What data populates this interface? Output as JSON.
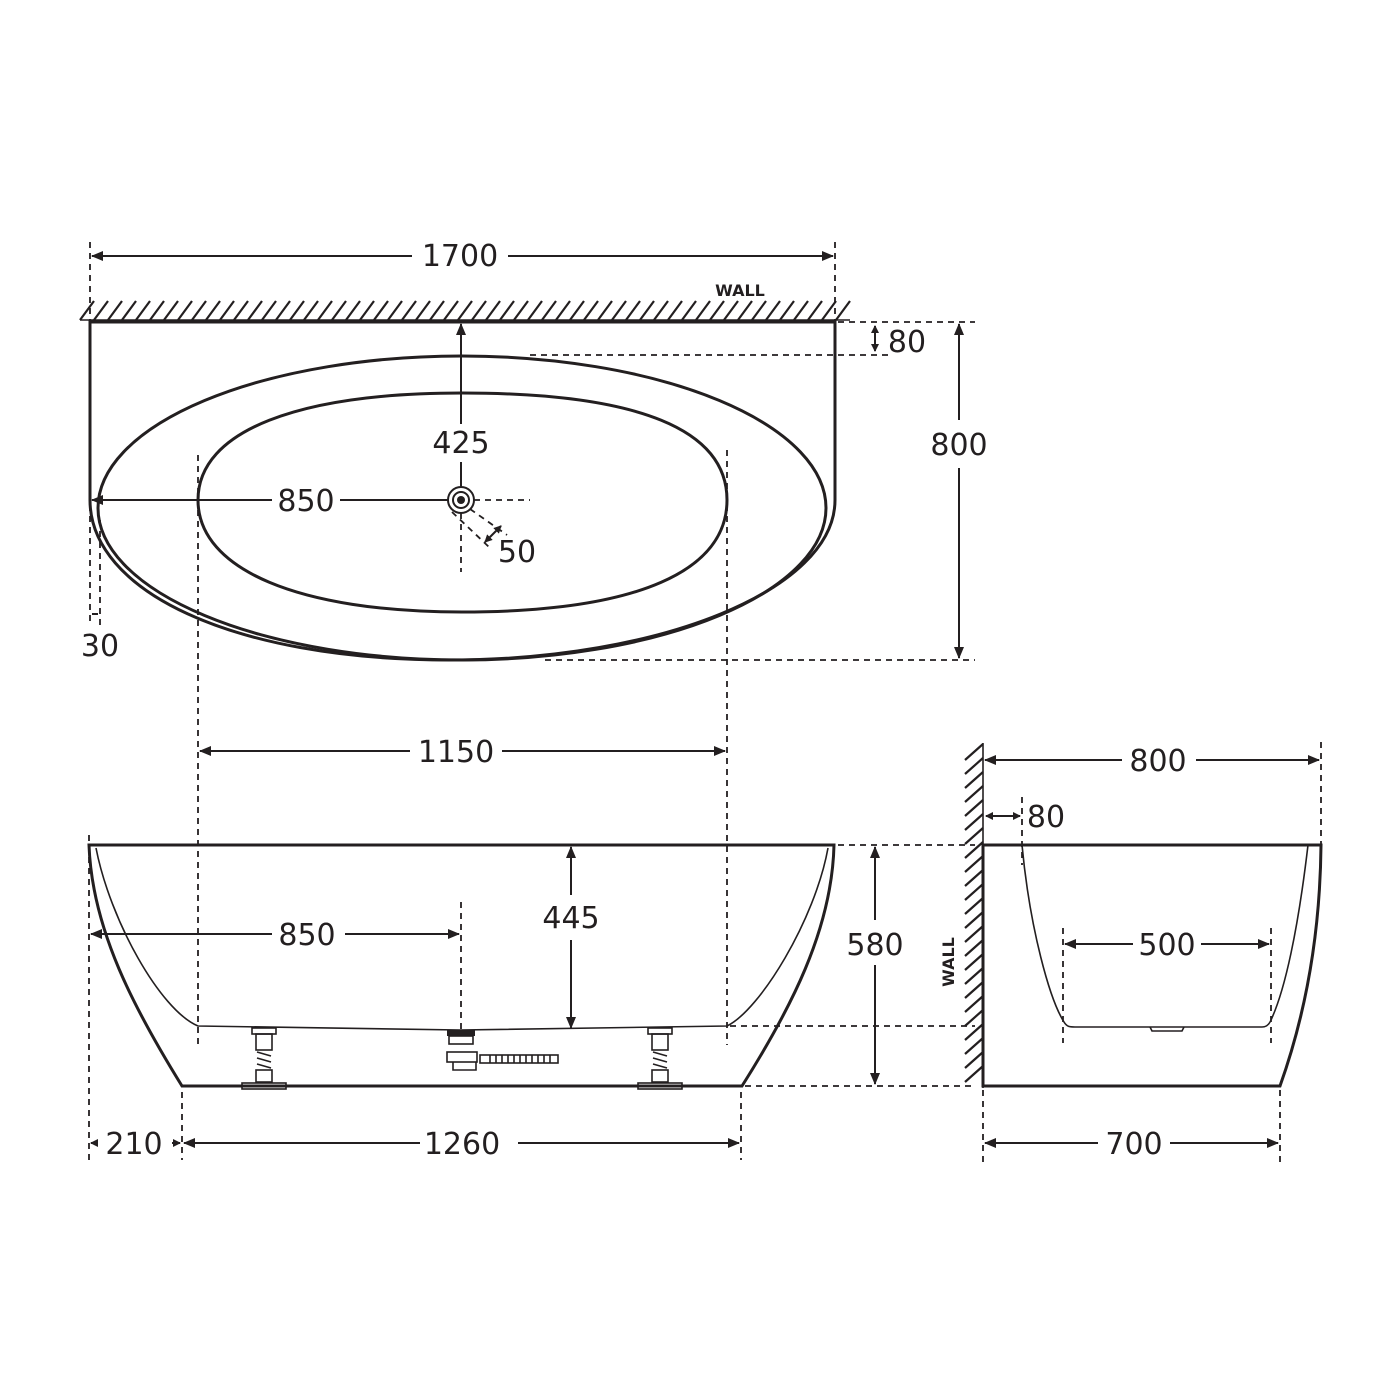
{
  "drawing": {
    "title": "Wall-back freestanding bath dimension drawing",
    "units": "mm",
    "line_color": "#231f20",
    "background": "#ffffff",
    "plan_view": {
      "wall_label": "WALL",
      "overall_length": "1700",
      "overall_width": "800",
      "wall_setback": "80",
      "waste_offset_from_wall": "425",
      "waste_offset_from_end": "850",
      "waste_diameter": "50",
      "rim_thickness": "30"
    },
    "front_elevation": {
      "inner_base_length": "1150",
      "waste_offset_from_end": "850",
      "internal_depth": "445",
      "overall_height": "580",
      "base_overhang": "210",
      "base_length": "1260"
    },
    "side_elevation": {
      "wall_label": "WALL",
      "overall_width": "800",
      "rim_offset": "80",
      "inner_base_width": "500",
      "base_depth": "700"
    }
  }
}
